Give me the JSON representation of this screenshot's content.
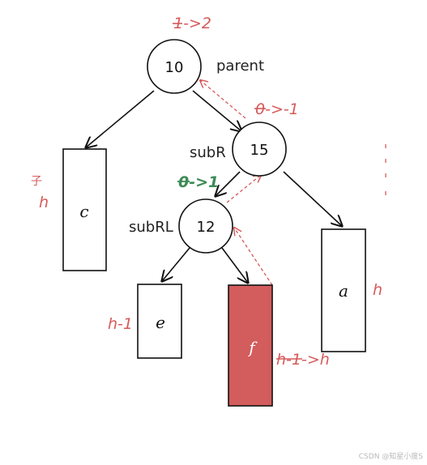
{
  "nodes": {
    "parent_node": {
      "value": "10",
      "side_label": "parent",
      "bf_change": "1->2"
    },
    "subr_node": {
      "value": "15",
      "side_label": "subR",
      "bf_change": "0->-1"
    },
    "subrl_node": {
      "value": "12",
      "side_label": "subRL",
      "bf_change": "0->1"
    }
  },
  "subtrees": {
    "c": {
      "label": "c",
      "height_note": "h"
    },
    "a": {
      "label": "a",
      "height_note": "h"
    },
    "e": {
      "label": "e",
      "height_note": "h-1"
    },
    "f": {
      "label": "f",
      "height_note": "h-1->h"
    }
  },
  "stray_mark": "子",
  "watermark": "CSDN @知星小度S",
  "colors": {
    "annotation_red": "#d65a5a",
    "annotation_green": "#3c8a56",
    "highlight_fill": "#d35c5c",
    "stroke": "#111111"
  }
}
